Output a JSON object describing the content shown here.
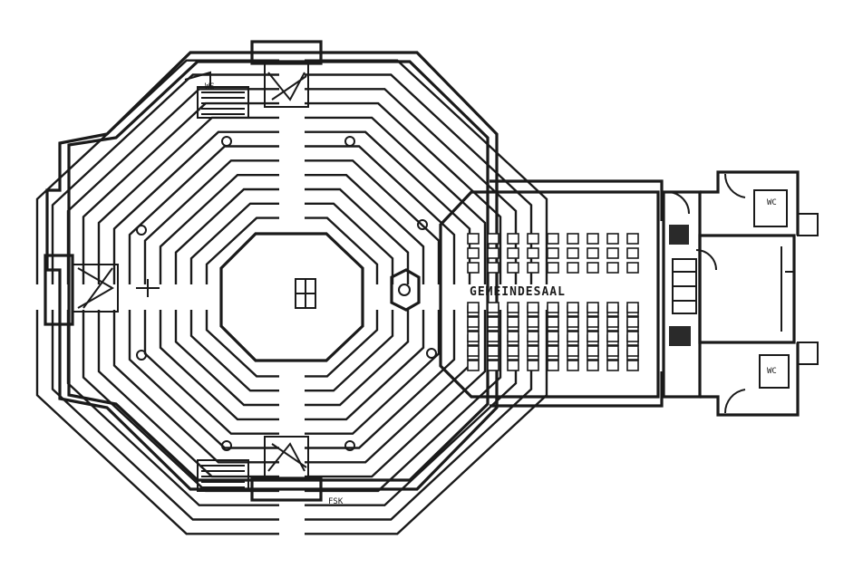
{
  "plan": {
    "chapel_label": "GEMEINDESAAL",
    "stair_label_south": "FSK",
    "stair_label_north": "WS",
    "room_label_ne": "WC",
    "room_label_se": "WC"
  }
}
